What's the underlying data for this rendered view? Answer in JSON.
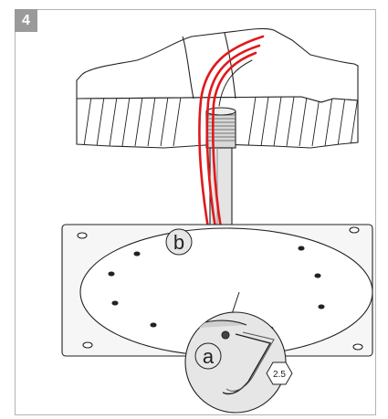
{
  "step": {
    "number": "4"
  },
  "callouts": {
    "a": "a",
    "b": "b",
    "tool_size": "2.5"
  },
  "colors": {
    "frame": "#b3b3b3",
    "badge": "#9a9a9a",
    "cable": "#e0191b",
    "zoom_bg": "#e6e6e6"
  }
}
